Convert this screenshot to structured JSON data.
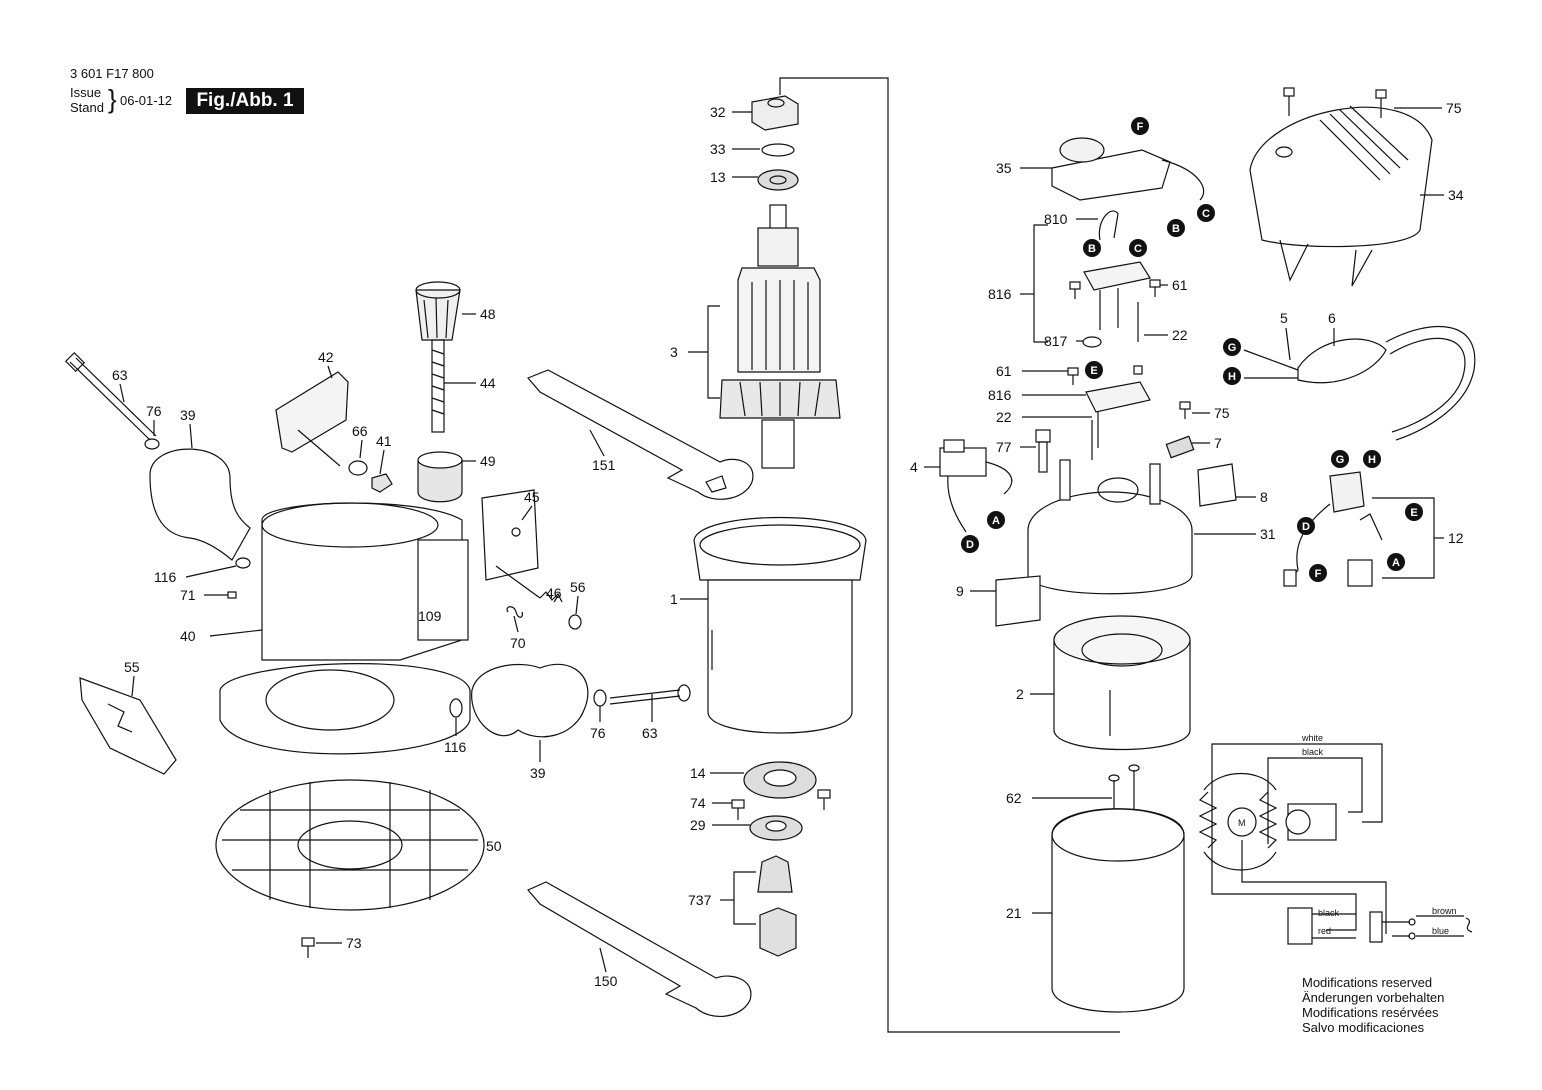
{
  "header": {
    "part_number": "3 601 F17 800",
    "issue_label": "Issue",
    "stand_label": "Stand",
    "date": "06-01-12",
    "figure_label": "Fig./Abb. 1"
  },
  "labels": {
    "32": "32",
    "33": "33",
    "13": "13",
    "3": "3",
    "48": "48",
    "44": "44",
    "49": "49",
    "42": "42",
    "63a": "63",
    "76a": "76",
    "39a": "39",
    "66": "66",
    "41": "41",
    "151": "151",
    "45": "45",
    "109": "109",
    "46": "46",
    "56": "56",
    "70": "70",
    "116a": "116",
    "71": "71",
    "40": "40",
    "55": "55",
    "116b": "116",
    "39b": "39",
    "76b": "76",
    "63b": "63",
    "1": "1",
    "14": "14",
    "74": "74",
    "29": "29",
    "50": "50",
    "737": "737",
    "73": "73",
    "150": "150",
    "35": "35",
    "810": "810",
    "816a": "816",
    "61a": "61",
    "22a": "22",
    "817": "817",
    "61b": "61",
    "816b": "816",
    "75a": "75",
    "22b": "22",
    "77": "77",
    "7": "7",
    "4": "4",
    "8": "8",
    "31": "31",
    "9": "9",
    "2": "2",
    "62": "62",
    "21": "21",
    "75b": "75",
    "34": "34",
    "5": "5",
    "6": "6",
    "12": "12"
  },
  "refs": {
    "F1": "F",
    "B1": "B",
    "C1": "C",
    "B2": "B",
    "C2": "C",
    "E1": "E",
    "A1": "A",
    "D1": "D",
    "G1": "G",
    "H1": "H",
    "G2": "G",
    "H2": "H",
    "E2": "E",
    "D2": "D",
    "A2": "A",
    "F2": "F"
  },
  "wiring": {
    "white": "white",
    "black": "black",
    "black2": "black",
    "red": "red",
    "brown": "brown",
    "blue": "blue",
    "motor": "M"
  },
  "notes": [
    "Modifications reserved",
    "Änderungen vorbehalten",
    "Modifications resérvées",
    "Salvo modificaciones"
  ]
}
